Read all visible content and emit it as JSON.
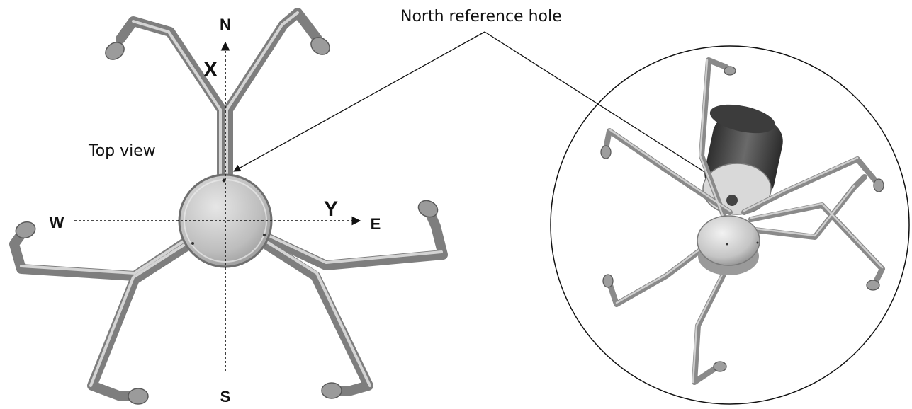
{
  "callout": {
    "text": "North reference hole"
  },
  "view_label": "Top view",
  "axes": {
    "north": "N",
    "south": "S",
    "west": "W",
    "east": "E",
    "x_axis": "X",
    "y_axis": "Y"
  },
  "colors": {
    "tube": "#8a8a8a",
    "tube_highlight": "#d6d6d6",
    "body": "#c2c2c2",
    "cylinder": "#4a4a4a",
    "line": "#111111"
  }
}
